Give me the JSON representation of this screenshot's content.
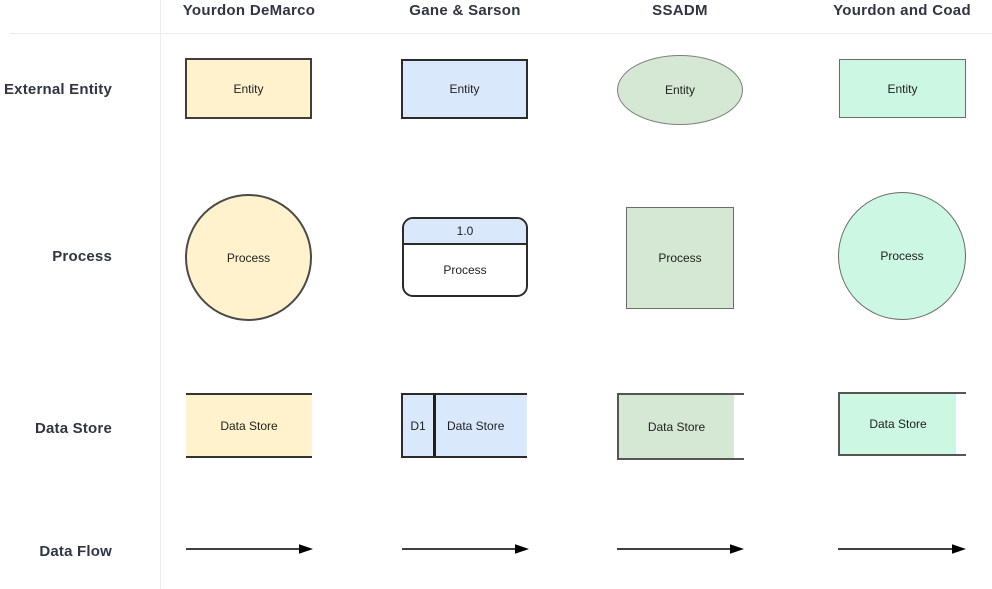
{
  "rows": [
    {
      "label": "External Entity"
    },
    {
      "label": "Process"
    },
    {
      "label": "Data Store"
    },
    {
      "label": "Data Flow"
    }
  ],
  "columns": [
    {
      "title": "Yourdon DeMarco",
      "entity": {
        "label": "Entity",
        "shape": "rectangle",
        "fill": "#fff2cc"
      },
      "process": {
        "label": "Process",
        "shape": "circle",
        "fill": "#fff2cc"
      },
      "data_store": {
        "label": "Data Store",
        "shape": "parallel-lines-rectangle",
        "fill": "#fff2cc"
      },
      "data_flow": {
        "shape": "arrow-right"
      }
    },
    {
      "title": "Gane & Sarson",
      "entity": {
        "label": "Entity",
        "shape": "rectangle",
        "fill": "#dae8fc"
      },
      "process": {
        "id": "1.0",
        "label": "Process",
        "shape": "rounded-rectangle-with-id-band",
        "fill": "#dae8fc"
      },
      "data_store": {
        "id": "D1",
        "label": "Data Store",
        "shape": "open-right-rectangle-with-id-cell",
        "fill": "#dae8fc"
      },
      "data_flow": {
        "shape": "arrow-right"
      }
    },
    {
      "title": "SSADM",
      "entity": {
        "label": "Entity",
        "shape": "ellipse",
        "fill": "#d5e8d4"
      },
      "process": {
        "label": "Process",
        "shape": "square",
        "fill": "#d5e8d4"
      },
      "data_store": {
        "label": "Data Store",
        "shape": "open-right-rectangle",
        "fill": "#d5e8d4"
      },
      "data_flow": {
        "shape": "arrow-right"
      }
    },
    {
      "title": "Yourdon and Coad",
      "entity": {
        "label": "Entity",
        "shape": "rectangle",
        "fill": "#ccf7e2"
      },
      "process": {
        "label": "Process",
        "shape": "circle",
        "fill": "#ccf7e2"
      },
      "data_store": {
        "label": "Data Store",
        "shape": "open-right-rectangle",
        "fill": "#ccf7e2"
      },
      "data_flow": {
        "shape": "arrow-right"
      }
    }
  ],
  "colors": {
    "cream_fill": "#fff2cc",
    "blue_fill": "#dae8fc",
    "green_fill": "#d5e8d4",
    "mint_fill": "#ccf7e2",
    "dark_border": "#2b2b2b",
    "gray_border": "#6b6b6b",
    "grid_line": "#ececec",
    "heading_text": "#2f3542",
    "arrow": "#000000"
  }
}
